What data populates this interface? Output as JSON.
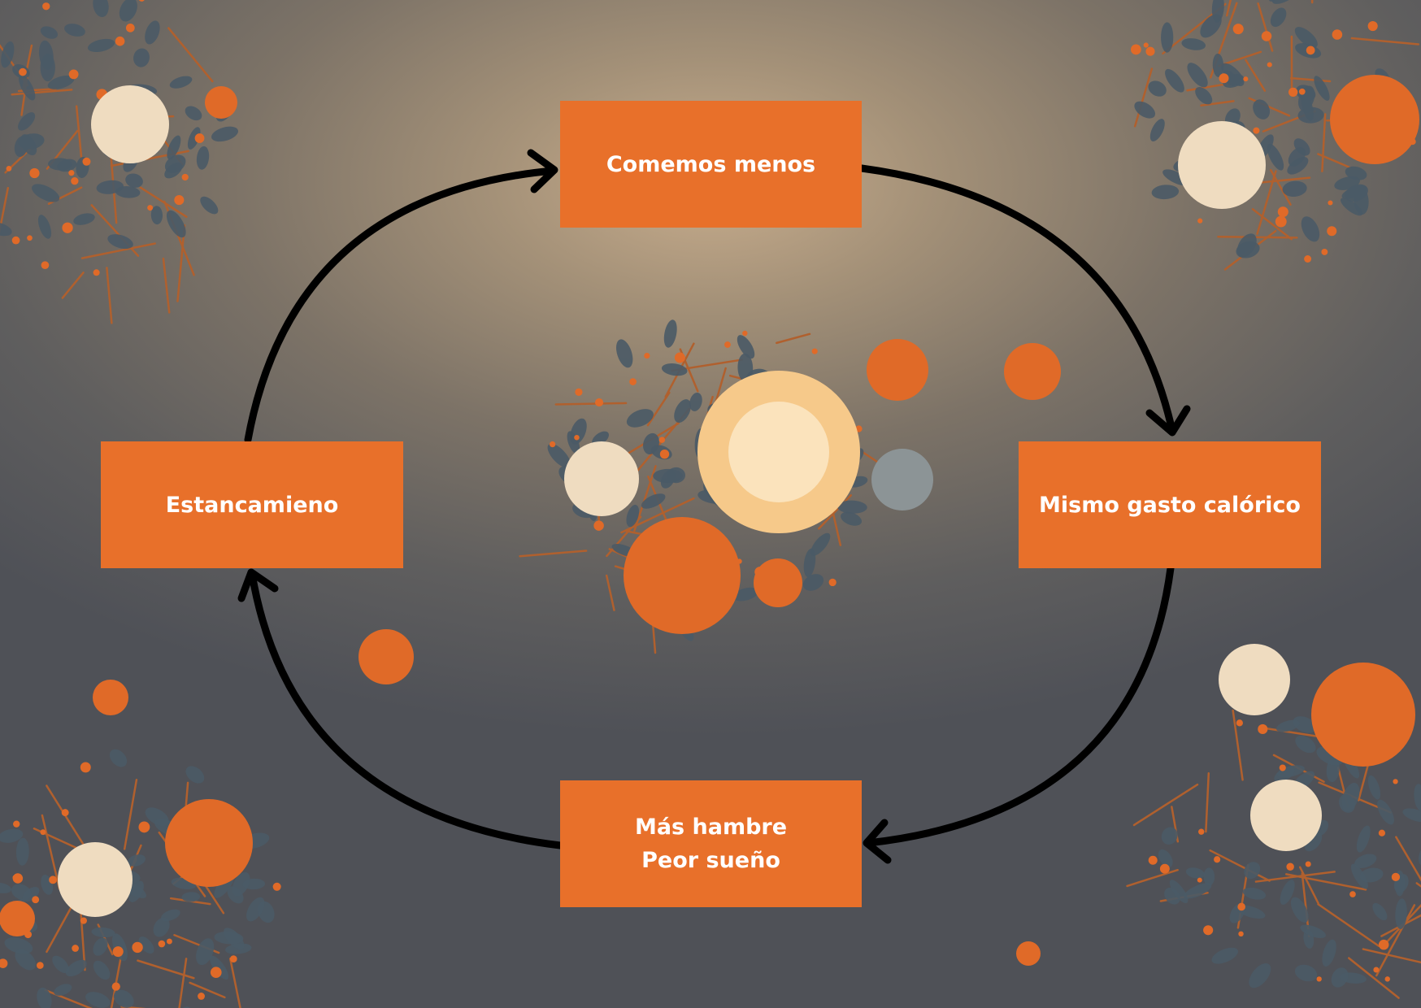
{
  "diagram": {
    "nodes": {
      "top": {
        "lines": [
          "Comemos menos"
        ]
      },
      "right": {
        "lines": [
          "Mismo gasto calórico"
        ]
      },
      "bottom": {
        "lines": [
          "Más hambre",
          "Peor sueño"
        ]
      },
      "left": {
        "lines": [
          "Estancamieno"
        ]
      }
    },
    "edges": [
      {
        "from": "top",
        "to": "right"
      },
      {
        "from": "right",
        "to": "bottom"
      },
      {
        "from": "bottom",
        "to": "left"
      },
      {
        "from": "left",
        "to": "top"
      }
    ],
    "colors": {
      "box_fill": "#e8702a",
      "box_text": "#ffffff",
      "arrow": "#000000",
      "leaf": "#4a5a66",
      "twig": "#b0602e",
      "orange": "#e06a28",
      "cream": "#efdcc0",
      "flower": "#f6c98a"
    }
  }
}
